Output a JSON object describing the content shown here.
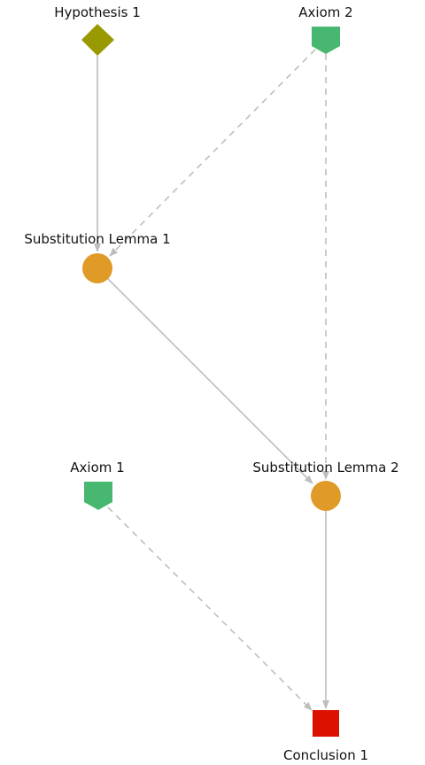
{
  "colors": {
    "hypothesis": "#999900",
    "axiom": "#48b870",
    "lemma": "#e09a28",
    "conclusion": "#dd1100",
    "edge": "#bdbdbd"
  },
  "nodes": {
    "hypothesis1": {
      "label": "Hypothesis 1",
      "kind": "hypothesis",
      "shape": "diamond-icon"
    },
    "axiom2": {
      "label": "Axiom 2",
      "kind": "axiom",
      "shape": "shield-icon"
    },
    "lemma1": {
      "label": "Substitution Lemma 1",
      "kind": "lemma",
      "shape": "circle-icon"
    },
    "axiom1": {
      "label": "Axiom 1",
      "kind": "axiom",
      "shape": "shield-icon"
    },
    "lemma2": {
      "label": "Substitution Lemma 2",
      "kind": "lemma",
      "shape": "circle-icon"
    },
    "conclusion1": {
      "label": "Conclusion 1",
      "kind": "conclusion",
      "shape": "square-icon"
    }
  },
  "edges": [
    {
      "from": "hypothesis1",
      "to": "lemma1",
      "style": "solid"
    },
    {
      "from": "axiom2",
      "to": "lemma1",
      "style": "dashed"
    },
    {
      "from": "axiom2",
      "to": "lemma2",
      "style": "dashed"
    },
    {
      "from": "lemma1",
      "to": "lemma2",
      "style": "solid"
    },
    {
      "from": "axiom1",
      "to": "conclusion1",
      "style": "dashed"
    },
    {
      "from": "lemma2",
      "to": "conclusion1",
      "style": "solid"
    }
  ]
}
